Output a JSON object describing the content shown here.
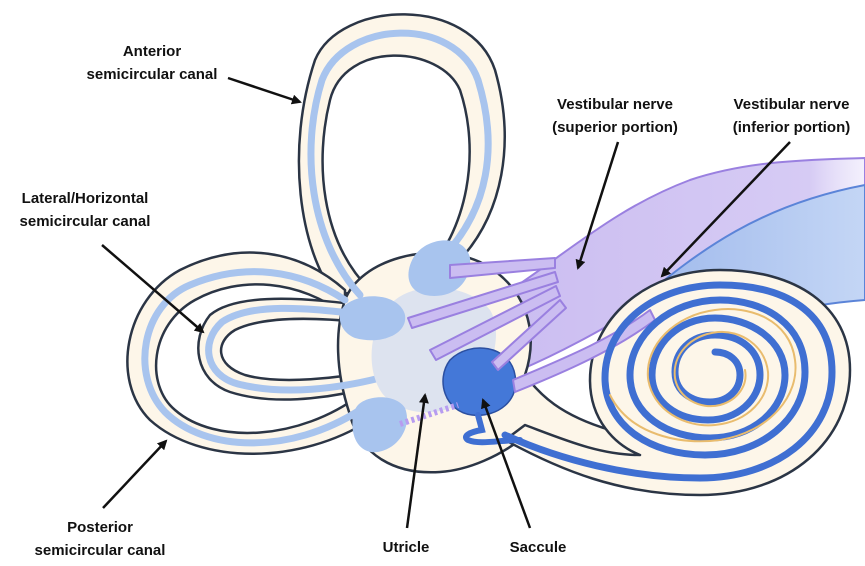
{
  "labels": {
    "anterior": {
      "line1": "Anterior",
      "line2": "semicircular canal"
    },
    "lateral": {
      "line1": "Lateral/Horizontal",
      "line2": "semicircular canal"
    },
    "posterior": {
      "line1": "Posterior",
      "line2": "semicircular canal"
    },
    "vestibular_superior": {
      "line1": "Vestibular nerve",
      "line2": "(superior portion)"
    },
    "vestibular_inferior": {
      "line1": "Vestibular nerve",
      "line2": "(inferior portion)"
    },
    "utricle": "Utricle",
    "saccule": "Saccule"
  },
  "colors": {
    "canal_fill": "#fdf6e9",
    "outline": "#2b3545",
    "endolymph": "#a8c4ee",
    "vestibule_core": "#dde3ef",
    "saccule": "#4478d8",
    "cochlear_duct": "#3f6fd2",
    "nerve": "#cbbdf1",
    "nerve_edge": "#9a80e0",
    "nerve_deep": "#9fb9ec",
    "spiral_lamina": "#e9bc6e"
  }
}
